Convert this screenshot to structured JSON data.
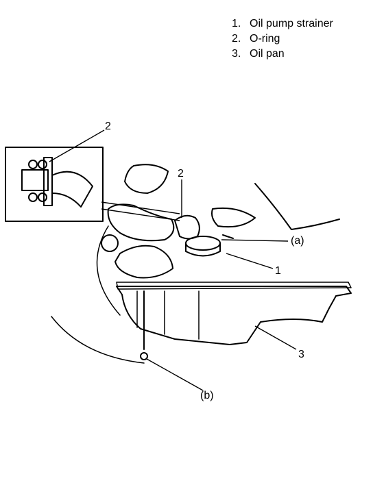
{
  "legend": {
    "items": [
      {
        "number": "1.",
        "label": "Oil pump strainer"
      },
      {
        "number": "2.",
        "label": "O-ring"
      },
      {
        "number": "3.",
        "label": "Oil pan"
      }
    ]
  },
  "callouts": {
    "oring_inset": "2",
    "oring_main": "2",
    "strainer": "1",
    "oil_pan": "3",
    "bolt_a": "(a)",
    "bolt_b": "(b)"
  }
}
